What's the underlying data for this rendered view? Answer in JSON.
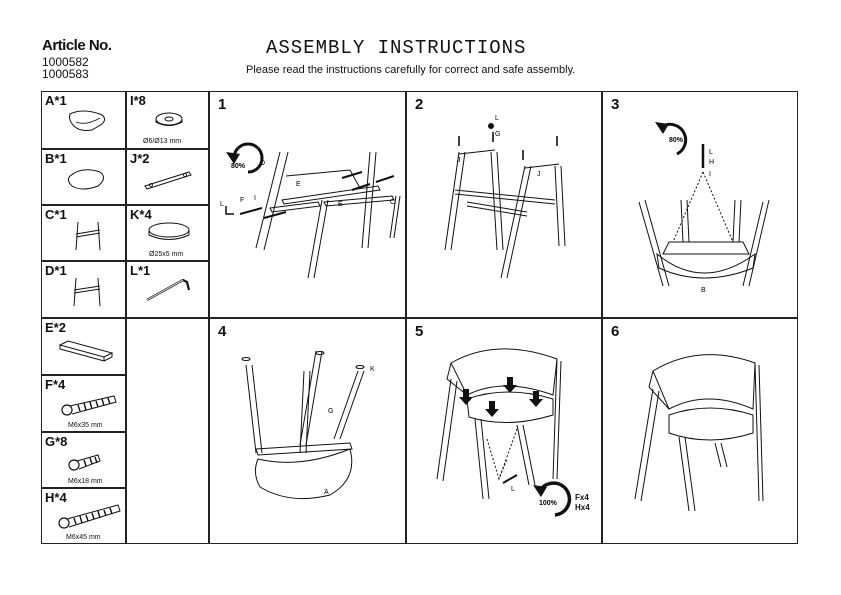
{
  "header": {
    "article_label": "Article No.",
    "article_numbers": [
      "1000582",
      "1000583"
    ],
    "title": "ASSEMBLY INSTRUCTIONS",
    "subtitle": "Please read the instructions carefully for correct and safe assembly."
  },
  "parts": [
    {
      "label": "A*1",
      "size": ""
    },
    {
      "label": "I*8",
      "size": "Ø6/Ø13 mm"
    },
    {
      "label": "B*1",
      "size": ""
    },
    {
      "label": "J*2",
      "size": ""
    },
    {
      "label": "C*1",
      "size": ""
    },
    {
      "label": "K*4",
      "size": "Ø25x5 mm"
    },
    {
      "label": "D*1",
      "size": ""
    },
    {
      "label": "L*1",
      "size": ""
    },
    {
      "label": "E*2",
      "size": ""
    },
    {
      "label": "F*4",
      "size": "M6x35 mm"
    },
    {
      "label": "G*8",
      "size": "M6x18 mm"
    },
    {
      "label": "H*4",
      "size": "M6x45 mm"
    }
  ],
  "steps": [
    {
      "number": "1",
      "callouts": [
        "D",
        "E",
        "E",
        "F",
        "I",
        "L",
        "C"
      ],
      "tighten": "80%"
    },
    {
      "number": "2",
      "callouts": [
        "L",
        "G",
        "J",
        "J"
      ]
    },
    {
      "number": "3",
      "callouts": [
        "L",
        "H",
        "I",
        "B"
      ],
      "tighten": "80%"
    },
    {
      "number": "4",
      "callouts": [
        "K",
        "G",
        "A"
      ]
    },
    {
      "number": "5",
      "callouts": [
        "L"
      ],
      "tighten": "100%",
      "quantities": [
        "Fx4",
        "Hx4"
      ]
    },
    {
      "number": "6",
      "callouts": []
    }
  ]
}
